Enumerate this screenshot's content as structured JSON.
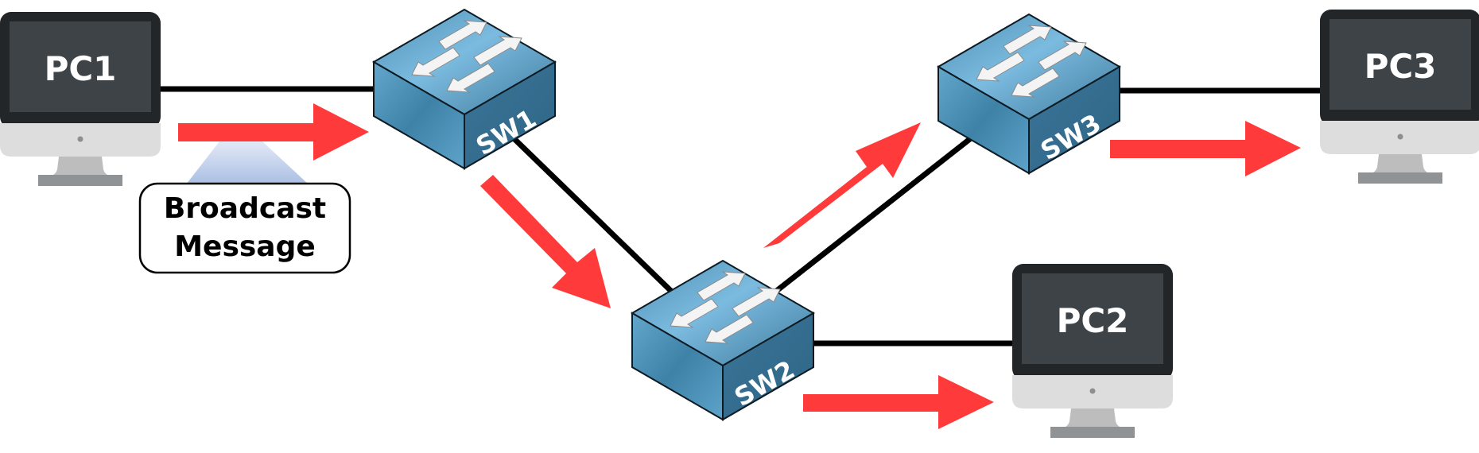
{
  "diagram": {
    "title": "Broadcast flooding across switches",
    "colors": {
      "arrow": "#ff3a3a",
      "cable": "#000000",
      "switch_top": "#5d9fc2",
      "switch_side": "#3f7fa3",
      "pc_bezel": "#232628",
      "pc_screen": "#3e4347",
      "pc_chin": "#dddddd",
      "callout_beam": "#b7c8e8"
    },
    "nodes": {
      "pc1": {
        "label": "PC1",
        "type": "pc"
      },
      "pc2": {
        "label": "PC2",
        "type": "pc"
      },
      "pc3": {
        "label": "PC3",
        "type": "pc"
      },
      "sw1": {
        "label": "SW1",
        "type": "switch"
      },
      "sw2": {
        "label": "SW2",
        "type": "switch"
      },
      "sw3": {
        "label": "SW3",
        "type": "switch"
      }
    },
    "links": [
      {
        "from": "PC1",
        "to": "SW1"
      },
      {
        "from": "SW1",
        "to": "SW2"
      },
      {
        "from": "SW2",
        "to": "SW3"
      },
      {
        "from": "SW2",
        "to": "PC2"
      },
      {
        "from": "SW3",
        "to": "PC3"
      }
    ],
    "flows": [
      {
        "from": "PC1",
        "to": "SW1"
      },
      {
        "from": "SW1",
        "to": "SW2"
      },
      {
        "from": "SW2",
        "to": "SW3"
      },
      {
        "from": "SW2",
        "to": "PC2"
      },
      {
        "from": "SW3",
        "to": "PC3"
      }
    ],
    "callout": {
      "line1": "Broadcast",
      "line2": "Message"
    }
  }
}
